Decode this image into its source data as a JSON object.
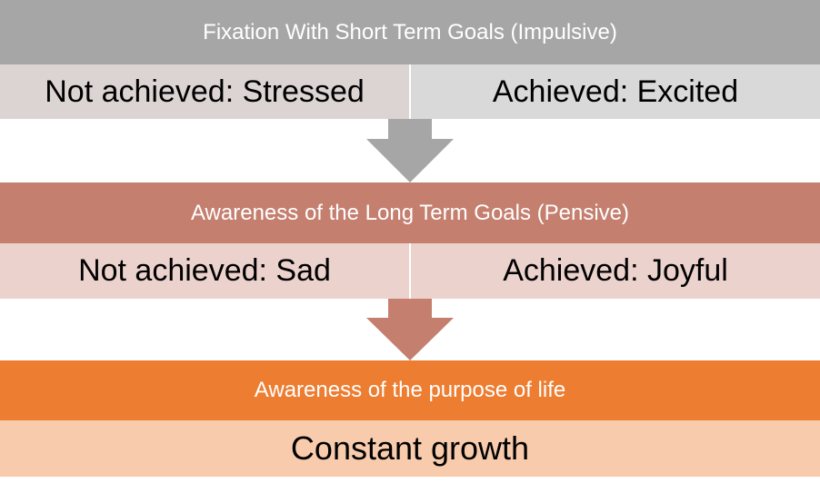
{
  "levels": [
    {
      "title": "Fixation With Short Term Goals (Impulsive)",
      "left": "Not achieved: Stressed",
      "right": "Achieved: Excited"
    },
    {
      "title": "Awareness of the Long Term Goals (Pensive)",
      "left": "Not achieved: Sad",
      "right": "Achieved: Joyful"
    },
    {
      "title": "Awareness of the purpose of life",
      "outcome": "Constant growth"
    }
  ],
  "colors": {
    "level1_header": "#a6a6a6",
    "level2_header": "#c47f6f",
    "level3_header": "#ed7d31",
    "arrow1": "#a6a6a6",
    "arrow2": "#c47f6f"
  }
}
